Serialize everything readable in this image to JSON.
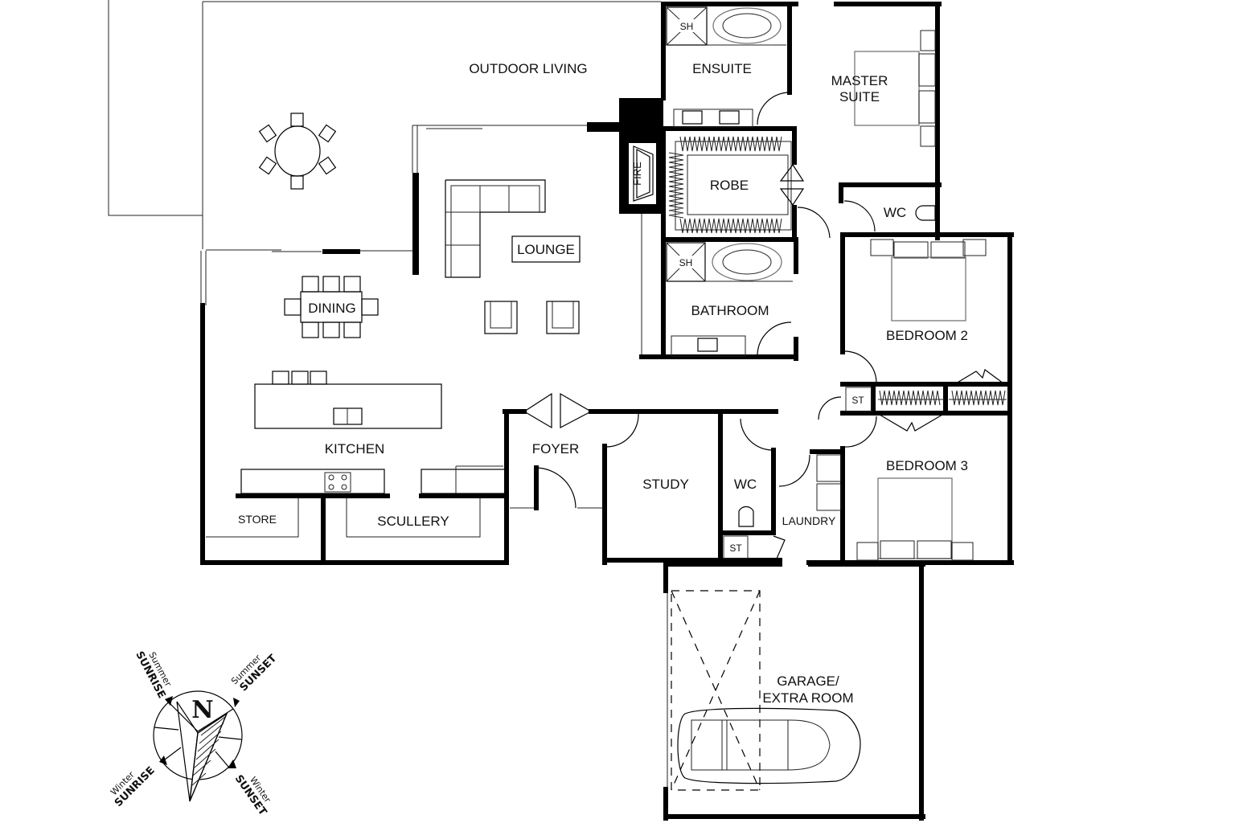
{
  "plan": {
    "rooms": {
      "outdoor_living": "OUTDOOR LIVING",
      "ensuite": "ENSUITE",
      "master_suite_1": "MASTER",
      "master_suite_2": "SUITE",
      "robe": "ROBE",
      "fire": "FIRE",
      "wc_master": "WC",
      "lounge": "LOUNGE",
      "dining": "DINING",
      "bathroom": "BATHROOM",
      "bedroom2": "BEDROOM 2",
      "kitchen": "KITCHEN",
      "foyer": "FOYER",
      "study": "STUDY",
      "wc_hall": "WC",
      "laundry": "LAUNDRY",
      "bedroom3": "BEDROOM 3",
      "store": "STORE",
      "scullery": "SCULLERY",
      "st_hall": "ST",
      "st_wc": "ST",
      "garage_1": "GARAGE/",
      "garage_2": "EXTRA ROOM"
    },
    "fixtures": {
      "shower_ensuite": "SH",
      "shower_bathroom": "SH"
    }
  },
  "compass": {
    "north": "N",
    "summer_sunrise": {
      "season": "Summer",
      "event": "SUNRISE"
    },
    "summer_sunset": {
      "season": "Summer",
      "event": "SUNSET"
    },
    "winter_sunrise": {
      "season": "Winter",
      "event": "SUNRISE"
    },
    "winter_sunset": {
      "season": "Winter",
      "event": "SUNSET"
    }
  }
}
